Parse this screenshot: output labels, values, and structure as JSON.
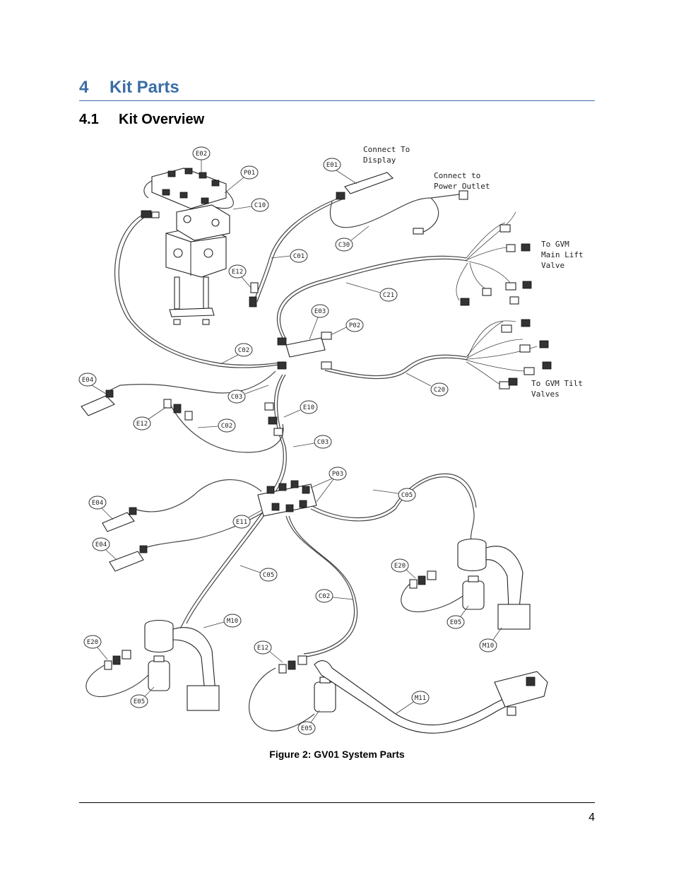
{
  "heading1": {
    "number": "4",
    "title": "Kit Parts"
  },
  "heading2": {
    "number": "4.1",
    "title": "Kit Overview"
  },
  "figure": {
    "caption": "Figure 2: GV01 System Parts",
    "callouts": [
      "E02",
      "P01",
      "C10",
      "E01",
      "C30",
      "C01",
      "E12",
      "C21",
      "E03",
      "P02",
      "C02",
      "E04",
      "E12",
      "C02",
      "C03",
      "E10",
      "C20",
      "C03",
      "P03",
      "C05",
      "E04",
      "E11",
      "E04",
      "C05",
      "E20",
      "E05",
      "M10",
      "C02",
      "M10",
      "E20",
      "E12",
      "E05",
      "M11",
      "E05"
    ],
    "notes": [
      {
        "line1": "Connect To",
        "line2": "Display"
      },
      {
        "line1": "Connect to",
        "line2": "Power Outlet"
      },
      {
        "line1": "To GVM",
        "line2": "Main Lift",
        "line3": "Valve"
      },
      {
        "line1": "To GVM Tilt",
        "line2": "Valves"
      }
    ]
  },
  "footer": {
    "page_number": "4"
  }
}
